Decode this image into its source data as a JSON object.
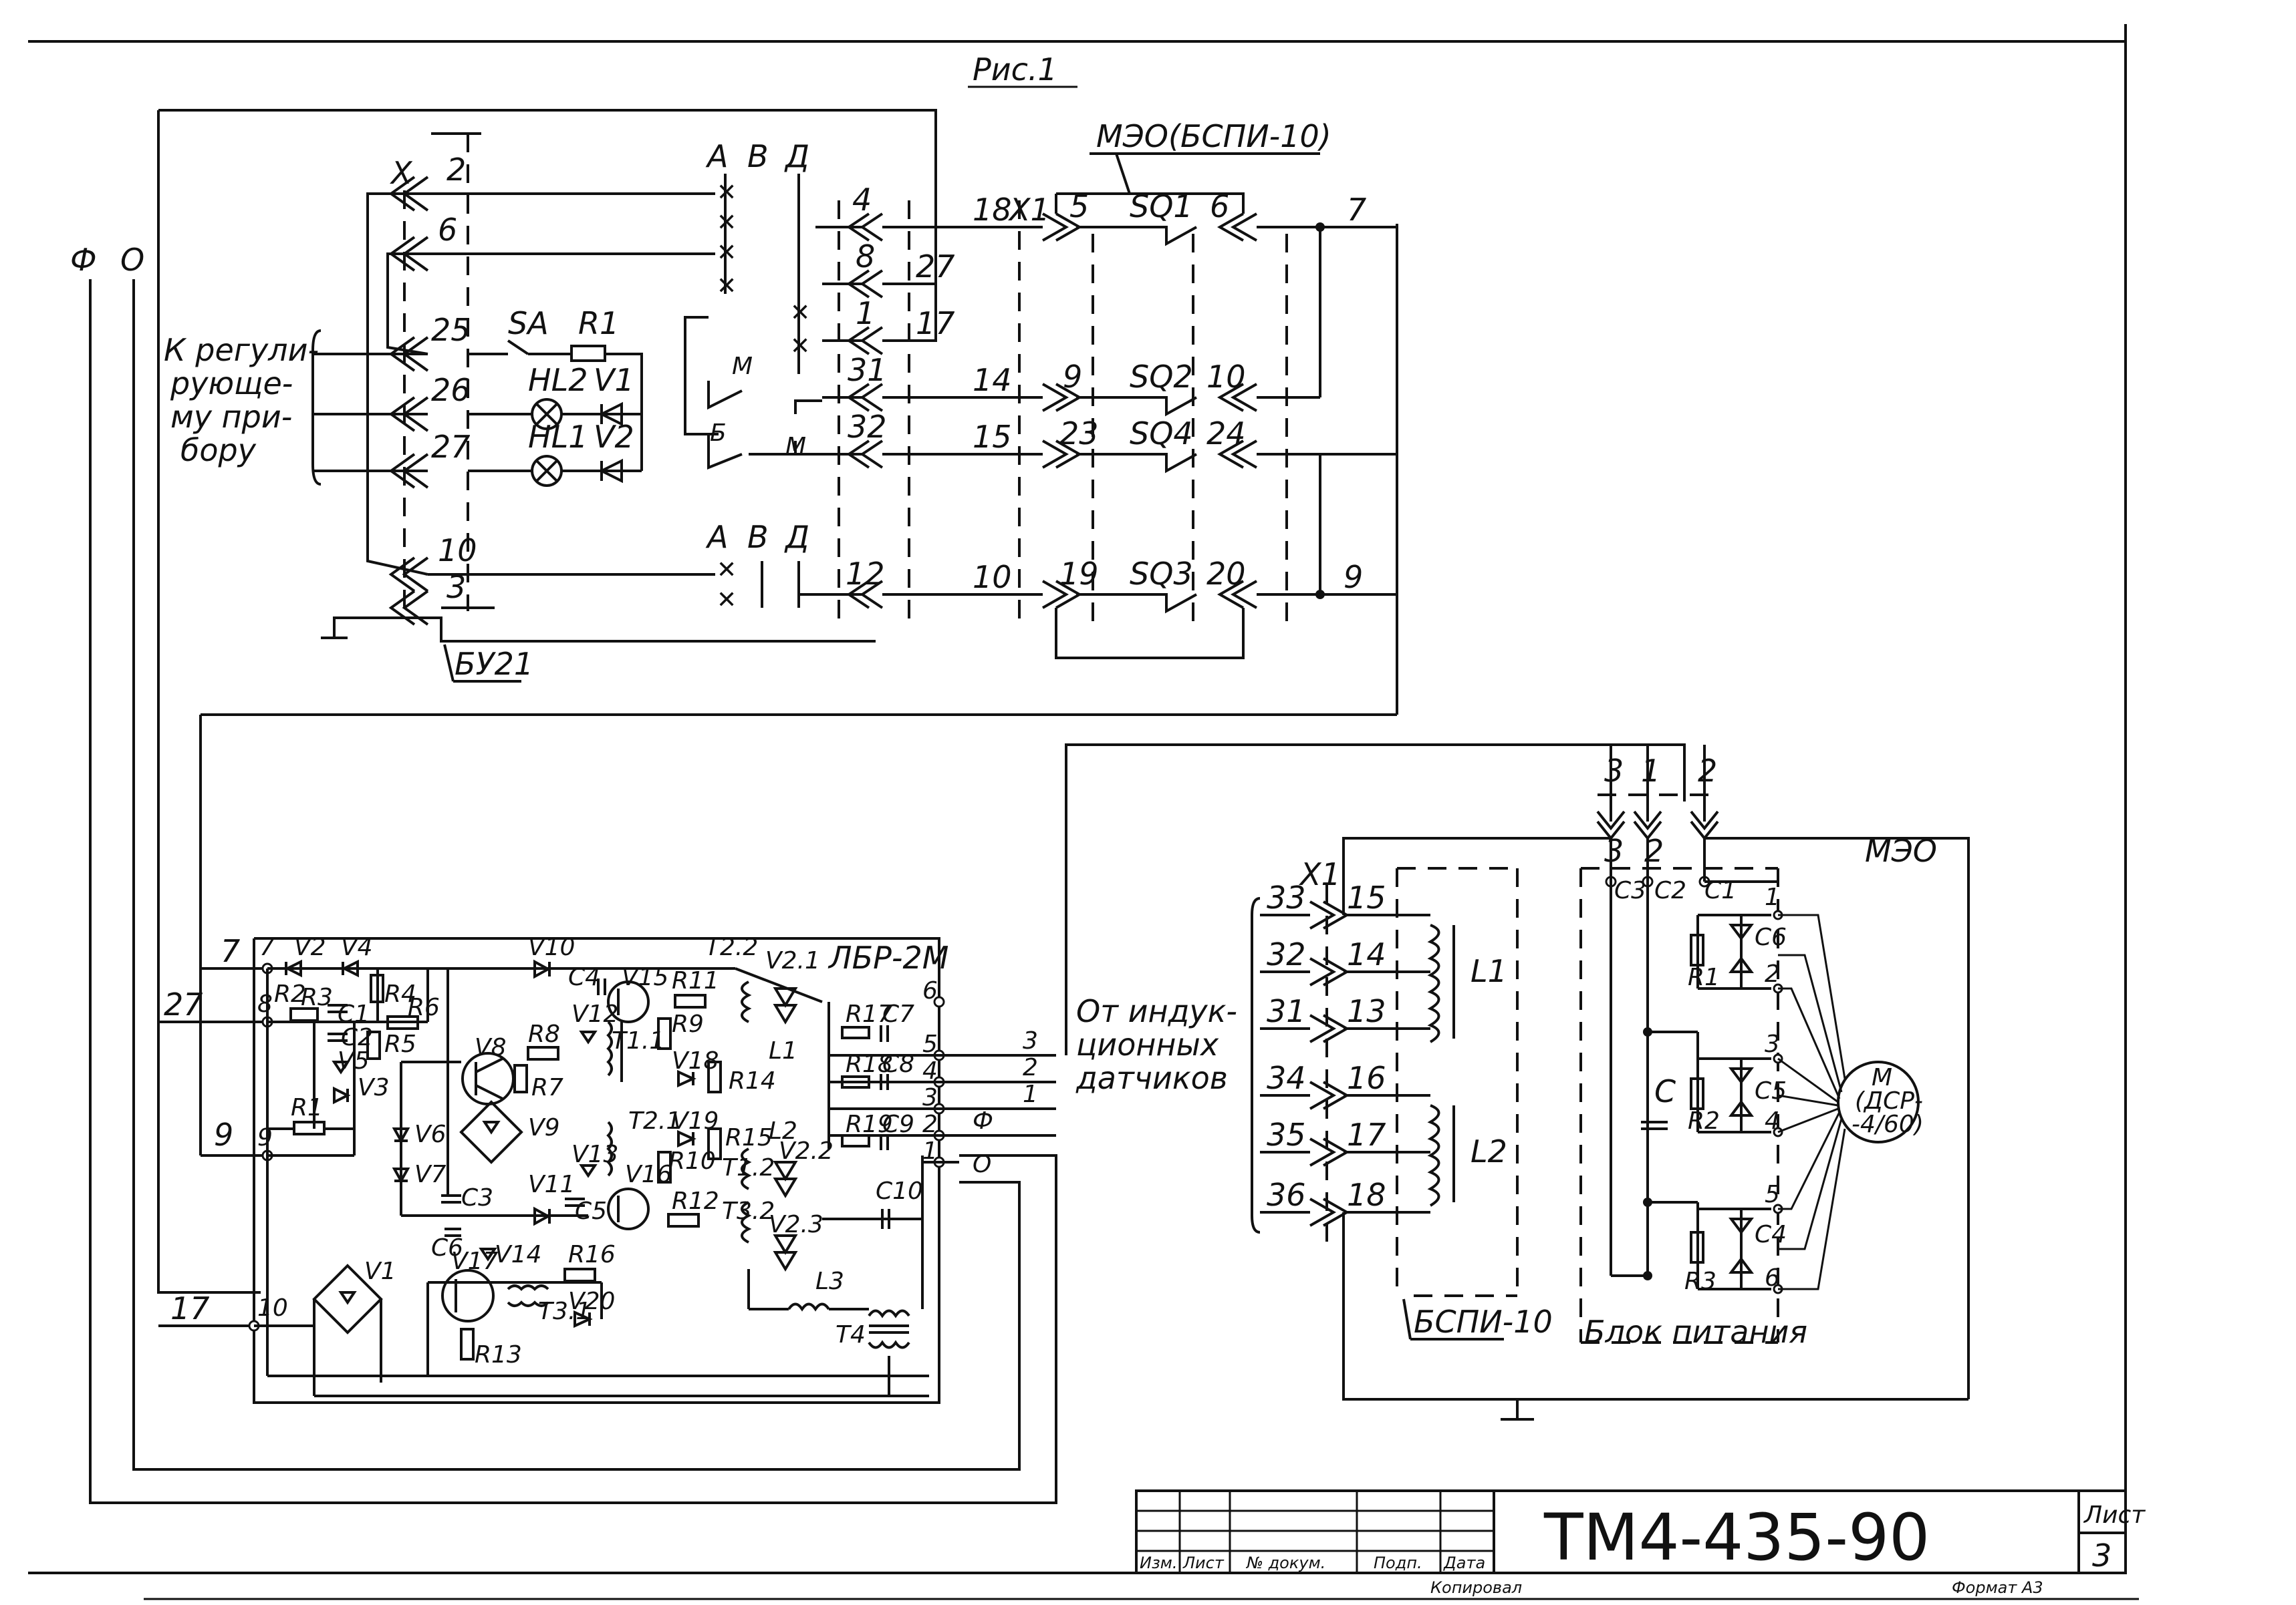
{
  "title": "Рис.1",
  "blocks": {
    "meo_bspi": "МЭО(БСПИ-10)",
    "bu21": "БУ21",
    "lbr": "ЛБР-2М",
    "meo": "МЭО",
    "bspi": "БСПИ-10",
    "power_block": "Блок питания"
  },
  "labels": {
    "phi": "Ф",
    "zero": "О",
    "x": "X",
    "x1": "X1",
    "to_regulator": [
      "К регули-",
      "рующе-",
      "му при-",
      "бору"
    ],
    "from_sensors": [
      "От индук-",
      "ционных",
      "датчиков"
    ],
    "motor": [
      "M",
      "(ДСР-",
      "-4/60)"
    ]
  },
  "top_terminals_left": [
    "2",
    "6",
    "25",
    "26",
    "27",
    "10",
    "3"
  ],
  "switch_labels": [
    "А",
    "В",
    "Д"
  ],
  "switch_contacts": [
    "М",
    "Б",
    "М"
  ],
  "top_components": [
    "SA",
    "R1",
    "HL2",
    "V1",
    "HL1",
    "V2"
  ],
  "top_terminals_mid": [
    "4",
    "8",
    "1",
    "31",
    "32",
    "12"
  ],
  "wire_numbers_top": [
    "18",
    "27",
    "17",
    "14",
    "15",
    "10"
  ],
  "meo_terminals": [
    "5",
    "6",
    "9",
    "10",
    "23",
    "24",
    "19",
    "20"
  ],
  "limit_switches": [
    "SQ1",
    "SQ2",
    "SQ4",
    "SQ3"
  ],
  "top_right_wires": [
    "7",
    "9"
  ],
  "lbr_wires_left": [
    "7",
    "27",
    "9",
    "17"
  ],
  "lbr_terminals": [
    "7",
    "8",
    "9",
    "10",
    "6",
    "5",
    "4",
    "3",
    "2",
    "1"
  ],
  "lbr_components": [
    "V2",
    "V4",
    "R2",
    "R3",
    "C1",
    "R4",
    "R6",
    "C2",
    "R5",
    "V5",
    "V3",
    "R1",
    "V6",
    "V7",
    "V8",
    "V9",
    "R8",
    "R7",
    "C3",
    "V10",
    "C4",
    "V12",
    "V15",
    "T1.1",
    "R11",
    "R9",
    "V18",
    "R14",
    "V13",
    "T2.1",
    "V19",
    "R15",
    "R10",
    "C5",
    "V16",
    "R12",
    "V11",
    "C6",
    "V17",
    "V14",
    "R16",
    "T3.1",
    "V20",
    "R13",
    "V1",
    "T2.2",
    "V2.1",
    "L1",
    "R17",
    "C7",
    "R18",
    "C8",
    "R19",
    "C9",
    "L2",
    "V2.2",
    "T1.2",
    "T3.2",
    "V2.3",
    "C10",
    "L3",
    "T4"
  ],
  "lbr_outputs": [
    "3",
    "2",
    "1",
    "Ф",
    "О"
  ],
  "sensor_inputs": [
    "33",
    "32",
    "31",
    "34",
    "35",
    "36"
  ],
  "sensor_terminals": [
    "15",
    "14",
    "13",
    "16",
    "17",
    "18"
  ],
  "inductors": [
    "L1",
    "L2"
  ],
  "power_connector": [
    "3",
    "1",
    "2"
  ],
  "power_block_terminals": [
    "3",
    "2",
    "C3",
    "C2",
    "C1"
  ],
  "power_components": [
    "C6",
    "R1",
    "C5",
    "R2",
    "C4",
    "R3",
    "C"
  ],
  "motor_terminals": [
    "1",
    "2",
    "3",
    "4",
    "5",
    "6"
  ],
  "title_block": {
    "doc_number": "ТМ4-435-90",
    "sheet_label": "Лист",
    "sheet_number": "3",
    "col_izm": "Изм.",
    "col_list": "Лист",
    "col_doc": "№ докум.",
    "col_sign": "Подп.",
    "col_date": "Дата",
    "copied": "Копировал",
    "format": "Формат А3"
  }
}
